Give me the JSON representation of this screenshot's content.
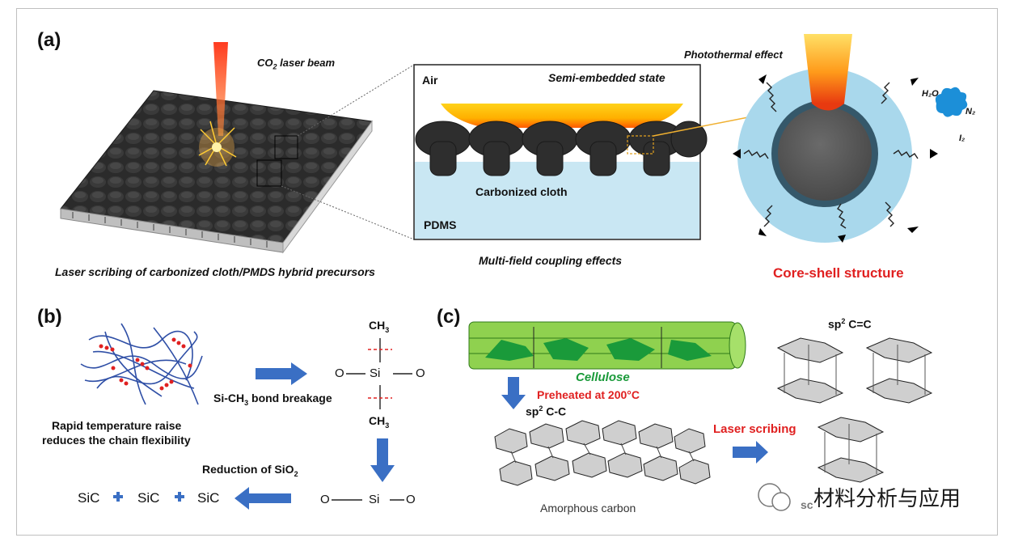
{
  "panel_a": {
    "label": "(a)",
    "laser_label_co": "CO",
    "laser_label_sub": "2",
    "laser_label_rest": " laser beam",
    "caption_left": "Laser scribing of carbonized cloth/PMDS hybrid precursors",
    "inset_air": "Air",
    "inset_state": "Semi-embedded state",
    "inset_cloth": "Carbonized cloth",
    "inset_pdms": "PDMS",
    "caption_mid": "Multi-field coupling effects",
    "photothermal": "Photothermal effect",
    "gas_h2o": "H₂O",
    "gas_n2": "N₂",
    "gas_i2": "I₂",
    "core_shell": "Core-shell structure"
  },
  "panel_b": {
    "label": "(b)",
    "ch3_top": "CH",
    "ch3_top_sub": "3",
    "o_left": "O",
    "si_top": "Si",
    "o_right": "O",
    "bond_break_pre": "Si-CH",
    "bond_break_sub": "3",
    "bond_break_post": " bond breakage",
    "ch3_bottom": "CH",
    "ch3_bottom_sub": "3",
    "rapid_line1": "Rapid temperature raise",
    "rapid_line2": "reduces the chain flexibility",
    "reduction_pre": "Reduction of SiO",
    "reduction_sub": "2",
    "sic1": "SiC",
    "sic2": "SiC",
    "sic3": "SiC",
    "o2_left": "O",
    "si_bottom": "Si",
    "o2_right": "O"
  },
  "panel_c": {
    "label": "(c)",
    "cellulose": "Cellulose",
    "preheated": "Preheated at 200°C",
    "sp2_cc": "sp",
    "sp2_cc_sup": "2",
    "sp2_cc_rest": " C-C",
    "sp2_ceqc": "sp",
    "sp2_ceqc_sup": "2",
    "sp2_ceqc_rest": " C=C",
    "amorphous": "Amorphous carbon",
    "laser_scribing": "Laser scribing",
    "watermark": "材料分析与应用",
    "graphite_caption_partial": "sc"
  },
  "colors": {
    "laser_red": "#e8321e",
    "accent_red": "#e02020",
    "arrow_blue": "#3a6fc4",
    "pdms_blue": "#c9e7f3",
    "cellulose_green": "#1a9a3a",
    "cloth_dark": "#2e2e2e"
  }
}
